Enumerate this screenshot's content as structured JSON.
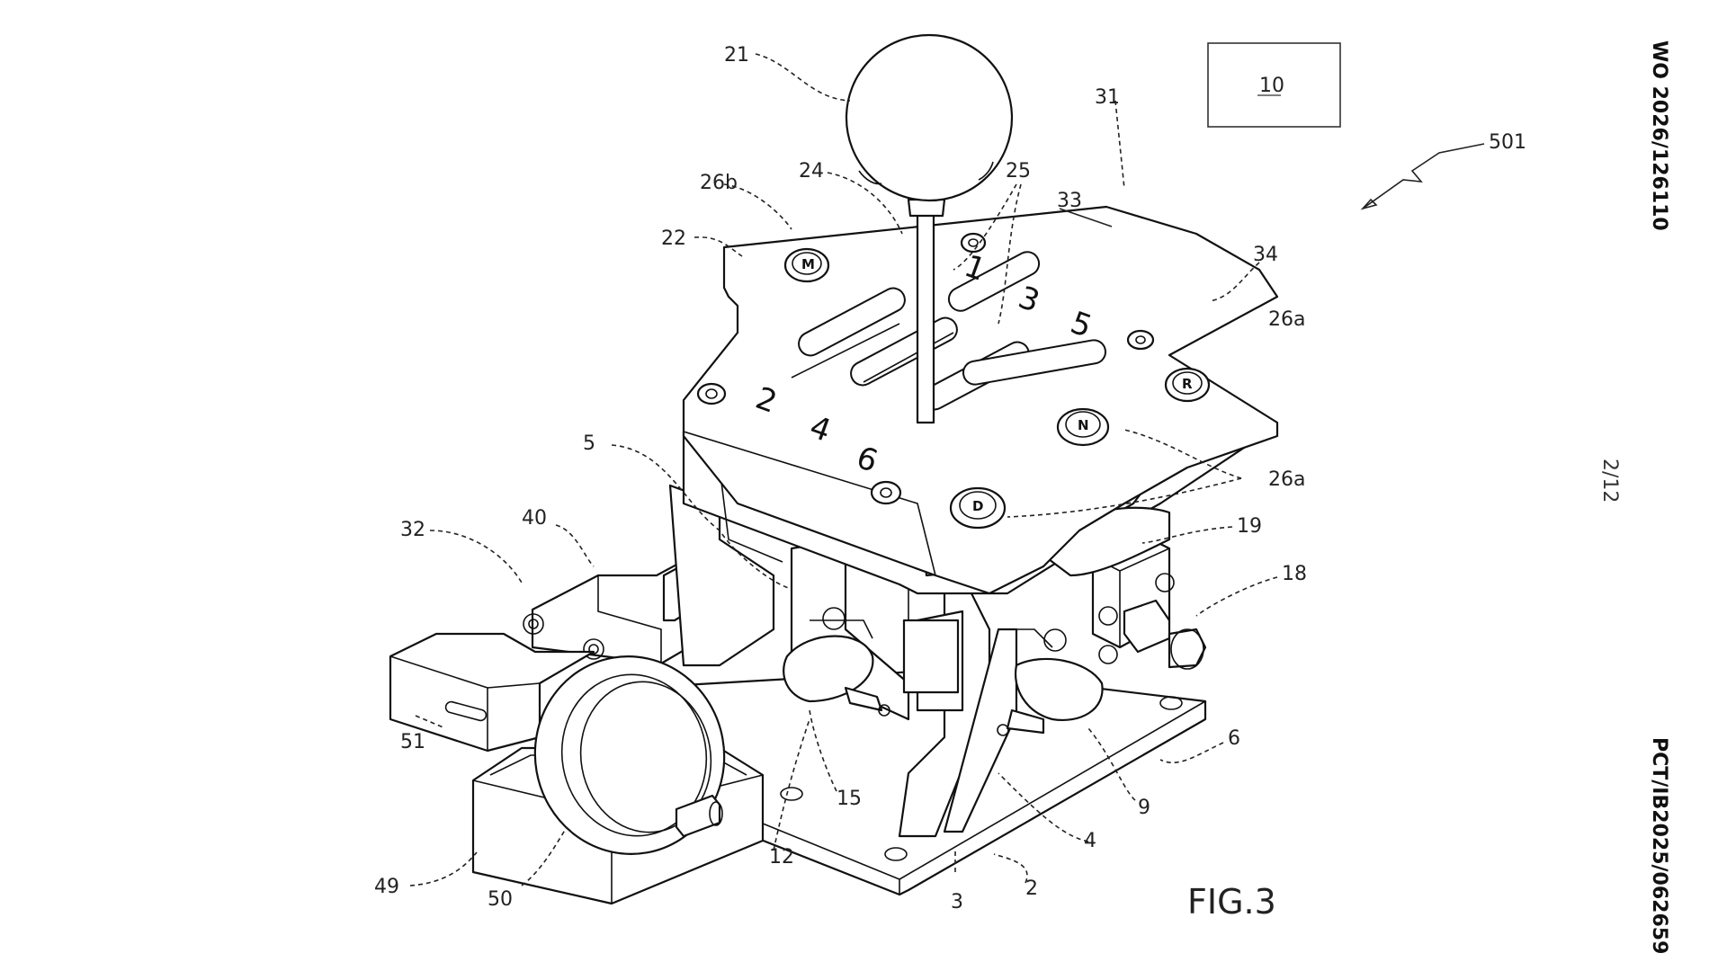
{
  "document": {
    "publication_number": "WO 2026/126110",
    "application_number": "PCT/IB2025/062659",
    "sheet": "2/12",
    "figure_label": "FIG.3"
  },
  "gear_pattern": [
    "1",
    "2",
    "3",
    "4",
    "5",
    "6"
  ],
  "buttons": [
    "M",
    "R",
    "N",
    "D"
  ],
  "reference_labels": {
    "r10": "10",
    "r21": "21",
    "r31": "31",
    "r501": "501",
    "r24": "24",
    "r25": "25",
    "r26b": "26b",
    "r33": "33",
    "r22": "22",
    "r34": "34",
    "r26a_top": "26a",
    "r26a_mid": "26a",
    "r5": "5",
    "r19": "19",
    "r32": "32",
    "r40": "40",
    "r18": "18",
    "r51": "51",
    "r6": "6",
    "r15": "15",
    "r9": "9",
    "r12": "12",
    "r4": "4",
    "r49": "49",
    "r2": "2",
    "r50": "50",
    "r3": "3"
  }
}
